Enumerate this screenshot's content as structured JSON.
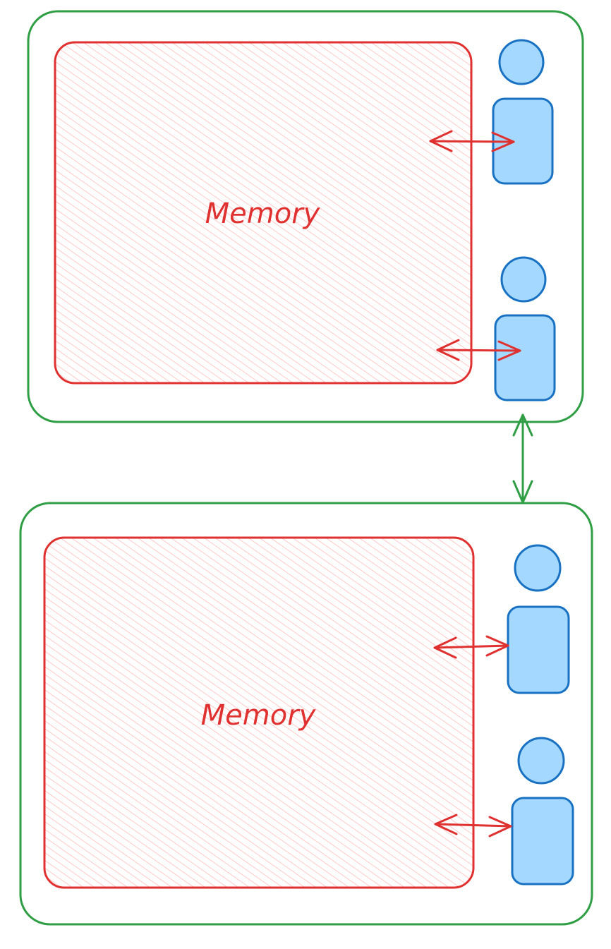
{
  "colors": {
    "node_stroke": "#2f9e44",
    "memory_stroke": "#e03131",
    "memory_hatch": "#ffc9c9",
    "person_fill": "#a5d8ff",
    "person_stroke": "#1971c2",
    "arrow_local": "#e03131",
    "arrow_link": "#2f9e44"
  },
  "nodes": [
    {
      "memory": {
        "label": "Memory"
      },
      "processors": [
        {
          "icon": "person-icon"
        },
        {
          "icon": "person-icon"
        }
      ]
    },
    {
      "memory": {
        "label": "Memory"
      },
      "processors": [
        {
          "icon": "person-icon"
        },
        {
          "icon": "person-icon"
        }
      ]
    }
  ],
  "links": [
    {
      "from": "node-1-processor-2",
      "to": "node-2-processor-1",
      "style": "bidirectional"
    }
  ]
}
